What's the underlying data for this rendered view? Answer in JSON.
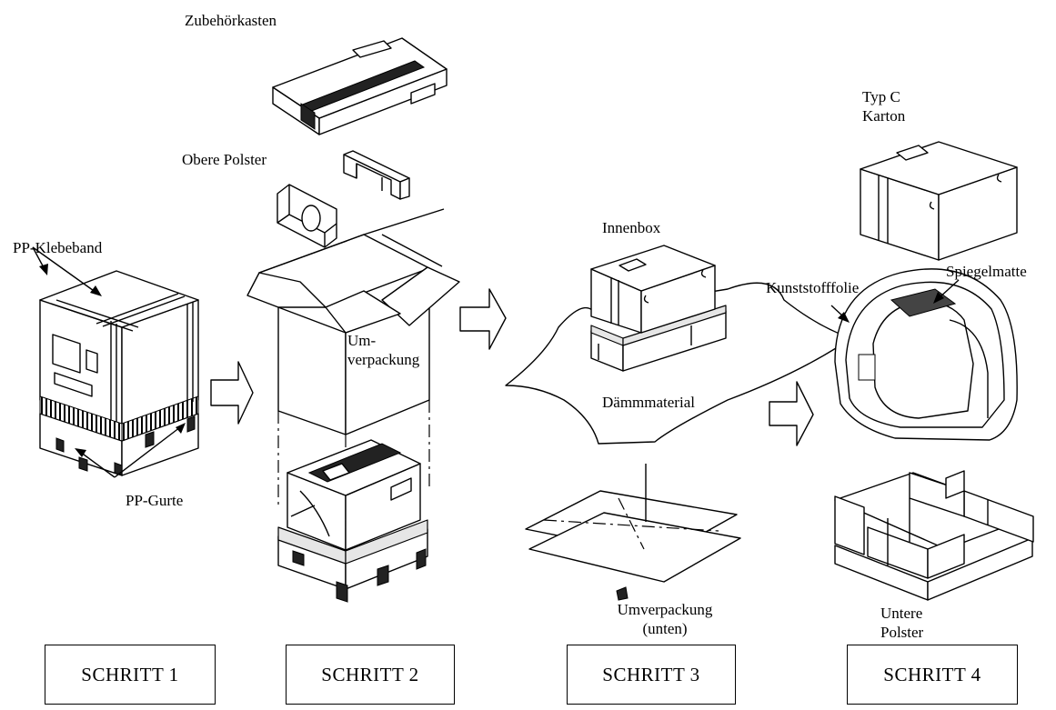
{
  "labels": {
    "zubehoerkasten": "Zubehörkasten",
    "obere_polster": "Obere Polster",
    "pp_klebeband": "PP-Klebeband",
    "pp_gurte": "PP-Gurte",
    "umverpackung_line1": "Um-",
    "umverpackung_line2": "verpackung",
    "innenbox": "Innenbox",
    "daemmmaterial": "Dämmmaterial",
    "umverpackung_unten_line1": "Umverpackung",
    "umverpackung_unten_line2": "(unten)",
    "typ_c_line1": "Typ C",
    "typ_c_line2": "Karton",
    "kunststofffolie": "Kunststofffolie",
    "spiegelmatte": "Spiegelmatte",
    "untere_polster_line1": "Untere",
    "untere_polster_line2": "Polster"
  },
  "steps": [
    "SCHRITT 1",
    "SCHRITT 2",
    "SCHRITT 3",
    "SCHRITT 4"
  ]
}
